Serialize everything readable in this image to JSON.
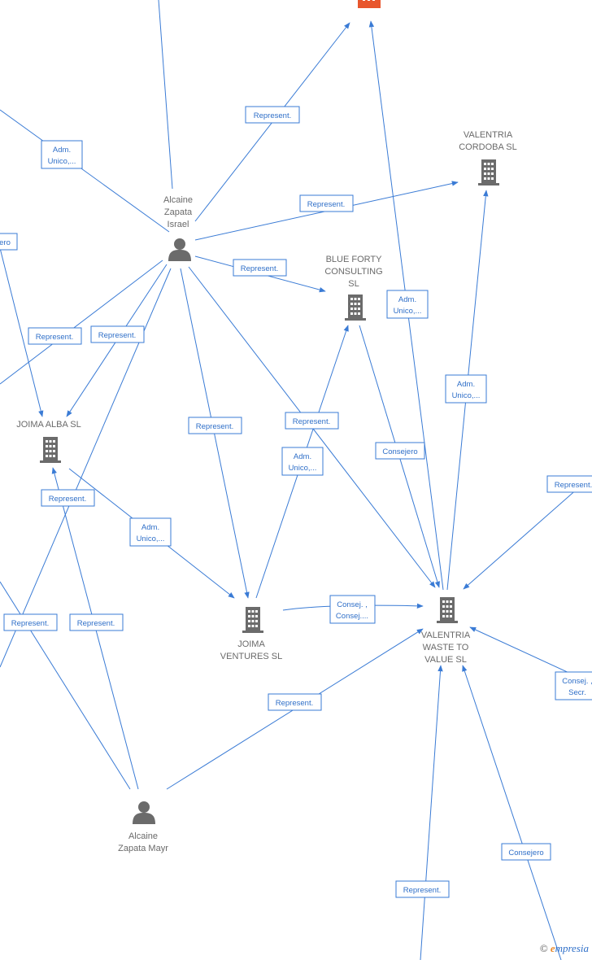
{
  "colors": {
    "edge": "#3a7bd5",
    "label": "#6a6a6a",
    "company": "#6b6b6b",
    "highlight": "#e8562d"
  },
  "nodes": [
    {
      "id": "top",
      "type": "company",
      "highlight": true,
      "label": []
    },
    {
      "id": "valentria-cordoba",
      "type": "company",
      "label": [
        "VALENTRIA",
        "CORDOBA  SL"
      ]
    },
    {
      "id": "blue-forty",
      "type": "company",
      "label": [
        "BLUE FORTY",
        "CONSULTING",
        "SL"
      ]
    },
    {
      "id": "joima-alba",
      "type": "company",
      "label": [
        "JOIMA ALBA SL"
      ]
    },
    {
      "id": "joima-ventures",
      "type": "company",
      "label": [
        "JOIMA",
        "VENTURES  SL"
      ]
    },
    {
      "id": "valentria-waste",
      "type": "company",
      "label": [
        "VALENTRIA",
        "WASTE TO",
        "VALUE  SL"
      ]
    },
    {
      "id": "alcaine-israel",
      "type": "person",
      "label": [
        "Alcaine",
        "Zapata",
        "Israel"
      ]
    },
    {
      "id": "alcaine-mayr",
      "type": "person",
      "label": [
        "Alcaine",
        "Zapata Mayr"
      ]
    }
  ],
  "edge_labels": [
    {
      "id": "e1",
      "text": [
        "Represent."
      ]
    },
    {
      "id": "e2",
      "text": [
        "Adm.",
        "Unico,..."
      ]
    },
    {
      "id": "e3",
      "text": [
        "Represent."
      ]
    },
    {
      "id": "e4",
      "text": [
        "Represent."
      ]
    },
    {
      "id": "e5",
      "text": [
        "Adm.",
        "Unico,..."
      ]
    },
    {
      "id": "e6",
      "text": [
        "Adm.",
        "Unico,..."
      ]
    },
    {
      "id": "e7",
      "text": [
        "ero"
      ]
    },
    {
      "id": "e8",
      "text": [
        "Represent."
      ]
    },
    {
      "id": "e9",
      "text": [
        "Represent."
      ]
    },
    {
      "id": "e10",
      "text": [
        "Represent."
      ]
    },
    {
      "id": "e11",
      "text": [
        "Represent."
      ]
    },
    {
      "id": "e12",
      "text": [
        "Consejero"
      ]
    },
    {
      "id": "e13",
      "text": [
        "Adm.",
        "Unico,..."
      ]
    },
    {
      "id": "e14",
      "text": [
        "Represent."
      ]
    },
    {
      "id": "e15",
      "text": [
        "Represent."
      ]
    },
    {
      "id": "e16",
      "text": [
        "Adm.",
        "Unico,..."
      ]
    },
    {
      "id": "e17",
      "text": [
        "Represent."
      ]
    },
    {
      "id": "e18",
      "text": [
        "Represent."
      ]
    },
    {
      "id": "e19",
      "text": [
        "Consej. ,",
        "Consej...."
      ]
    },
    {
      "id": "e20",
      "text": [
        "Represent."
      ]
    },
    {
      "id": "e21",
      "text": [
        "Consej. ,",
        "Secr."
      ]
    },
    {
      "id": "e22",
      "text": [
        "Consejero"
      ]
    },
    {
      "id": "e23",
      "text": [
        "Represent."
      ]
    }
  ],
  "brand": {
    "copyright": "©",
    "name_initial": "e",
    "name_rest": "mpresia"
  }
}
